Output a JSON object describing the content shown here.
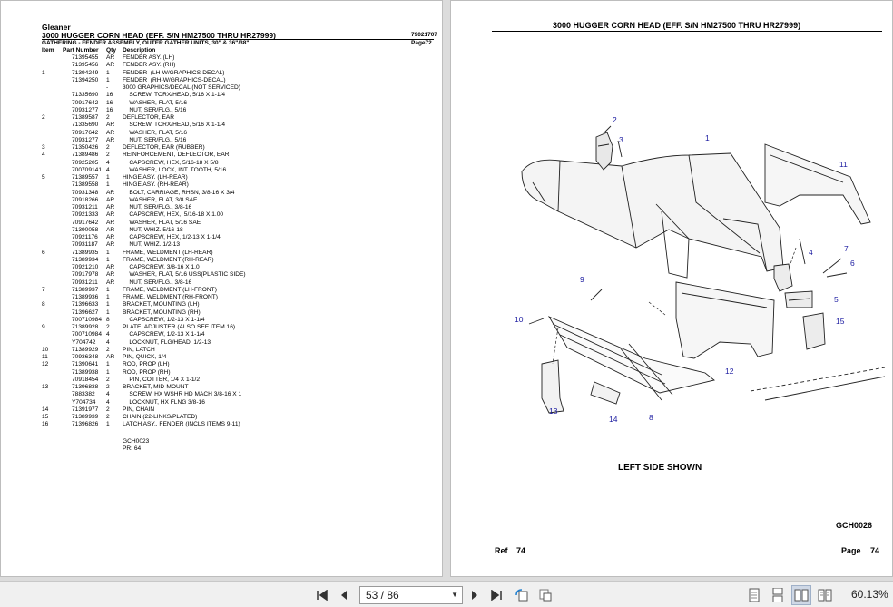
{
  "left_page": {
    "brand": "Gleaner",
    "title": "3000 HUGGER CORN HEAD (EFF. S/N HM27500 THRU HR27999)",
    "doc_number": "79021707",
    "subtitle": "GATHERING - FENDER ASSEMBLY, OUTER GATHER UNITS, 30\" & 36\"/38\"",
    "page_label": "Page72",
    "columns": [
      "Item",
      "Part Number",
      "Qty",
      "Description"
    ],
    "rows": [
      {
        "item": "",
        "part": "71395455",
        "qty": "AR",
        "desc": "FENDER ASY. (LH)"
      },
      {
        "item": "",
        "part": "71395456",
        "qty": "AR",
        "desc": "FENDER ASY. (RH)"
      },
      {
        "item": "1",
        "part": "71394249",
        "qty": "1",
        "desc": "FENDER  (LH-W/GRAPHICS-DECAL)"
      },
      {
        "item": "",
        "part": "71394250",
        "qty": "1",
        "desc": "FENDER  (RH-W/GRAPHICS-DECAL)"
      },
      {
        "item": "",
        "part": "",
        "qty": "-",
        "desc": "3000 GRAPHICS/DECAL (NOT SERVICED)"
      },
      {
        "item": "",
        "part": "71335690",
        "qty": "16",
        "desc": "    SCREW, TORX/HEAD, 5/16 X 1-1/4"
      },
      {
        "item": "",
        "part": "70917642",
        "qty": "16",
        "desc": "    WASHER, FLAT, 5/16"
      },
      {
        "item": "",
        "part": "70931277",
        "qty": "16",
        "desc": "    NUT, SER/FLG., 5/16"
      },
      {
        "item": "2",
        "part": "71389587",
        "qty": "2",
        "desc": "DEFLECTOR, EAR"
      },
      {
        "item": "",
        "part": "71335690",
        "qty": "AR",
        "desc": "    SCREW, TORX/HEAD, 5/16 X 1-1/4"
      },
      {
        "item": "",
        "part": "70917642",
        "qty": "AR",
        "desc": "    WASHER, FLAT, 5/16"
      },
      {
        "item": "",
        "part": "70931277",
        "qty": "AR",
        "desc": "    NUT, SER/FLG., 5/16"
      },
      {
        "item": "3",
        "part": "71350426",
        "qty": "2",
        "desc": "DEFLECTOR, EAR (RUBBER)"
      },
      {
        "item": "4",
        "part": "71389486",
        "qty": "2",
        "desc": "REINFORCEMENT, DEFLECTOR, EAR"
      },
      {
        "item": "",
        "part": "70925205",
        "qty": "4",
        "desc": "    CAPSCREW, HEX, 5/16-18 X 5/8"
      },
      {
        "item": "",
        "part": "700709141",
        "qty": "4",
        "desc": "    WASHER, LOCK, INT. TOOTH, 5/16"
      },
      {
        "item": "5",
        "part": "71389557",
        "qty": "1",
        "desc": "HINGE ASY. (LH-REAR)"
      },
      {
        "item": "",
        "part": "71389558",
        "qty": "1",
        "desc": "HINGE ASY. (RH-REAR)"
      },
      {
        "item": "",
        "part": "70931348",
        "qty": "AR",
        "desc": "    BOLT, CARRIAGE, RHSN, 3/8-16 X 3/4"
      },
      {
        "item": "",
        "part": "70918266",
        "qty": "AR",
        "desc": "    WASHER, FLAT, 3/8 SAE"
      },
      {
        "item": "",
        "part": "70931211",
        "qty": "AR",
        "desc": "    NUT, SER/FLG., 3/8-16"
      },
      {
        "item": "",
        "part": "70921333",
        "qty": "AR",
        "desc": "    CAPSCREW, HEX,  5/16-18 X 1.00"
      },
      {
        "item": "",
        "part": "70917642",
        "qty": "AR",
        "desc": "    WASHER, FLAT, 5/16 SAE"
      },
      {
        "item": "",
        "part": "71390058",
        "qty": "AR",
        "desc": "    NUT, WHIZ. 5/16-18"
      },
      {
        "item": "",
        "part": "70921176",
        "qty": "AR",
        "desc": "    CAPSCREW, HEX, 1/2-13 X 1-1/4"
      },
      {
        "item": "",
        "part": "70931187",
        "qty": "AR",
        "desc": "    NUT, WHIZ. 1/2-13"
      },
      {
        "item": "6",
        "part": "71389935",
        "qty": "1",
        "desc": "FRAME, WELDMENT (LH-REAR)"
      },
      {
        "item": "",
        "part": "71389934",
        "qty": "1",
        "desc": "FRAME, WELDMENT (RH-REAR)"
      },
      {
        "item": "",
        "part": "70921210",
        "qty": "AR",
        "desc": "    CAPSCREW, 3/8-16 X 1.0"
      },
      {
        "item": "",
        "part": "70917978",
        "qty": "AR",
        "desc": "    WASHER, FLAT, 5/16 USS(PLASTIC SIDE)"
      },
      {
        "item": "",
        "part": "70931211",
        "qty": "AR",
        "desc": "    NUT, SER/FLG., 3/8-16"
      },
      {
        "item": "7",
        "part": "71389937",
        "qty": "1",
        "desc": "FRAME, WELDMENT (LH-FRONT)"
      },
      {
        "item": "",
        "part": "71389936",
        "qty": "1",
        "desc": "FRAME, WELDMENT (RH-FRONT)"
      },
      {
        "item": "8",
        "part": "71396633",
        "qty": "1",
        "desc": "BRACKET, MOUNTING (LH)"
      },
      {
        "item": "",
        "part": "71396627",
        "qty": "1",
        "desc": "BRACKET, MOUNTING (RH)"
      },
      {
        "item": "",
        "part": "700710984",
        "qty": "8",
        "desc": "    CAPSCREW, 1/2-13 X 1-1/4"
      },
      {
        "item": "9",
        "part": "71389928",
        "qty": "2",
        "desc": "PLATE, ADJUSTER (ALSO SEE ITEM 16)"
      },
      {
        "item": "",
        "part": "700710984",
        "qty": "4",
        "desc": "    CAPSCREW, 1/2-13 X 1-1/4"
      },
      {
        "item": "",
        "part": "Y704742",
        "qty": "4",
        "desc": "    LOCKNUT, FLG/HEAD, 1/2-13"
      },
      {
        "item": "10",
        "part": "71389929",
        "qty": "2",
        "desc": "PIN, LATCH"
      },
      {
        "item": "11",
        "part": "70936348",
        "qty": "AR",
        "desc": "PIN, QUICK, 1/4"
      },
      {
        "item": "12",
        "part": "71390641",
        "qty": "1",
        "desc": "ROD, PROP (LH)"
      },
      {
        "item": "",
        "part": "71389938",
        "qty": "1",
        "desc": "ROD, PROP (RH)"
      },
      {
        "item": "",
        "part": "70918454",
        "qty": "2",
        "desc": "    PIN, COTTER, 1/4 X 1-1/2"
      },
      {
        "item": "13",
        "part": "71396838",
        "qty": "2",
        "desc": "BRACKET, MID-MOUNT"
      },
      {
        "item": "",
        "part": "7883382",
        "qty": "4",
        "desc": "    SCREW, HX WSHR HD MACH 3/8-16 X 1"
      },
      {
        "item": "",
        "part": "Y704734",
        "qty": "4",
        "desc": "    LOCKNUT, HX FLNG 3/8-16"
      },
      {
        "item": "14",
        "part": "71391977",
        "qty": "2",
        "desc": "PIN, CHAIN"
      },
      {
        "item": "15",
        "part": "71389939",
        "qty": "2",
        "desc": "CHAIN (22-LINKS/PLATED)"
      },
      {
        "item": "16",
        "part": "71396826",
        "qty": "1",
        "desc": "LATCH ASY., FENDER (INCLS ITEMS 9-11)"
      }
    ],
    "footer_code": "GCH0023",
    "footer_pr": "PR: 64"
  },
  "right_page": {
    "title": "3000 HUGGER CORN HEAD (EFF. S/N HM27500 THRU HR27999)",
    "caption": "LEFT SIDE SHOWN",
    "figure_code": "GCH0026",
    "ref_label": "Ref",
    "ref_number": "74",
    "page_label": "Page",
    "page_number": "74",
    "callouts": [
      "1",
      "2",
      "3",
      "4",
      "5",
      "6",
      "7",
      "8",
      "9",
      "10",
      "11",
      "12",
      "13",
      "14",
      "15"
    ]
  },
  "toolbar": {
    "page_indicator": "53 / 86",
    "zoom": "60.13%",
    "icons": [
      "first-page-icon",
      "prev-page-icon",
      "next-page-icon",
      "last-page-icon",
      "rotate-icon",
      "fit-icon",
      "single-page-icon",
      "scroll-icon",
      "two-page-icon",
      "book-icon"
    ]
  }
}
